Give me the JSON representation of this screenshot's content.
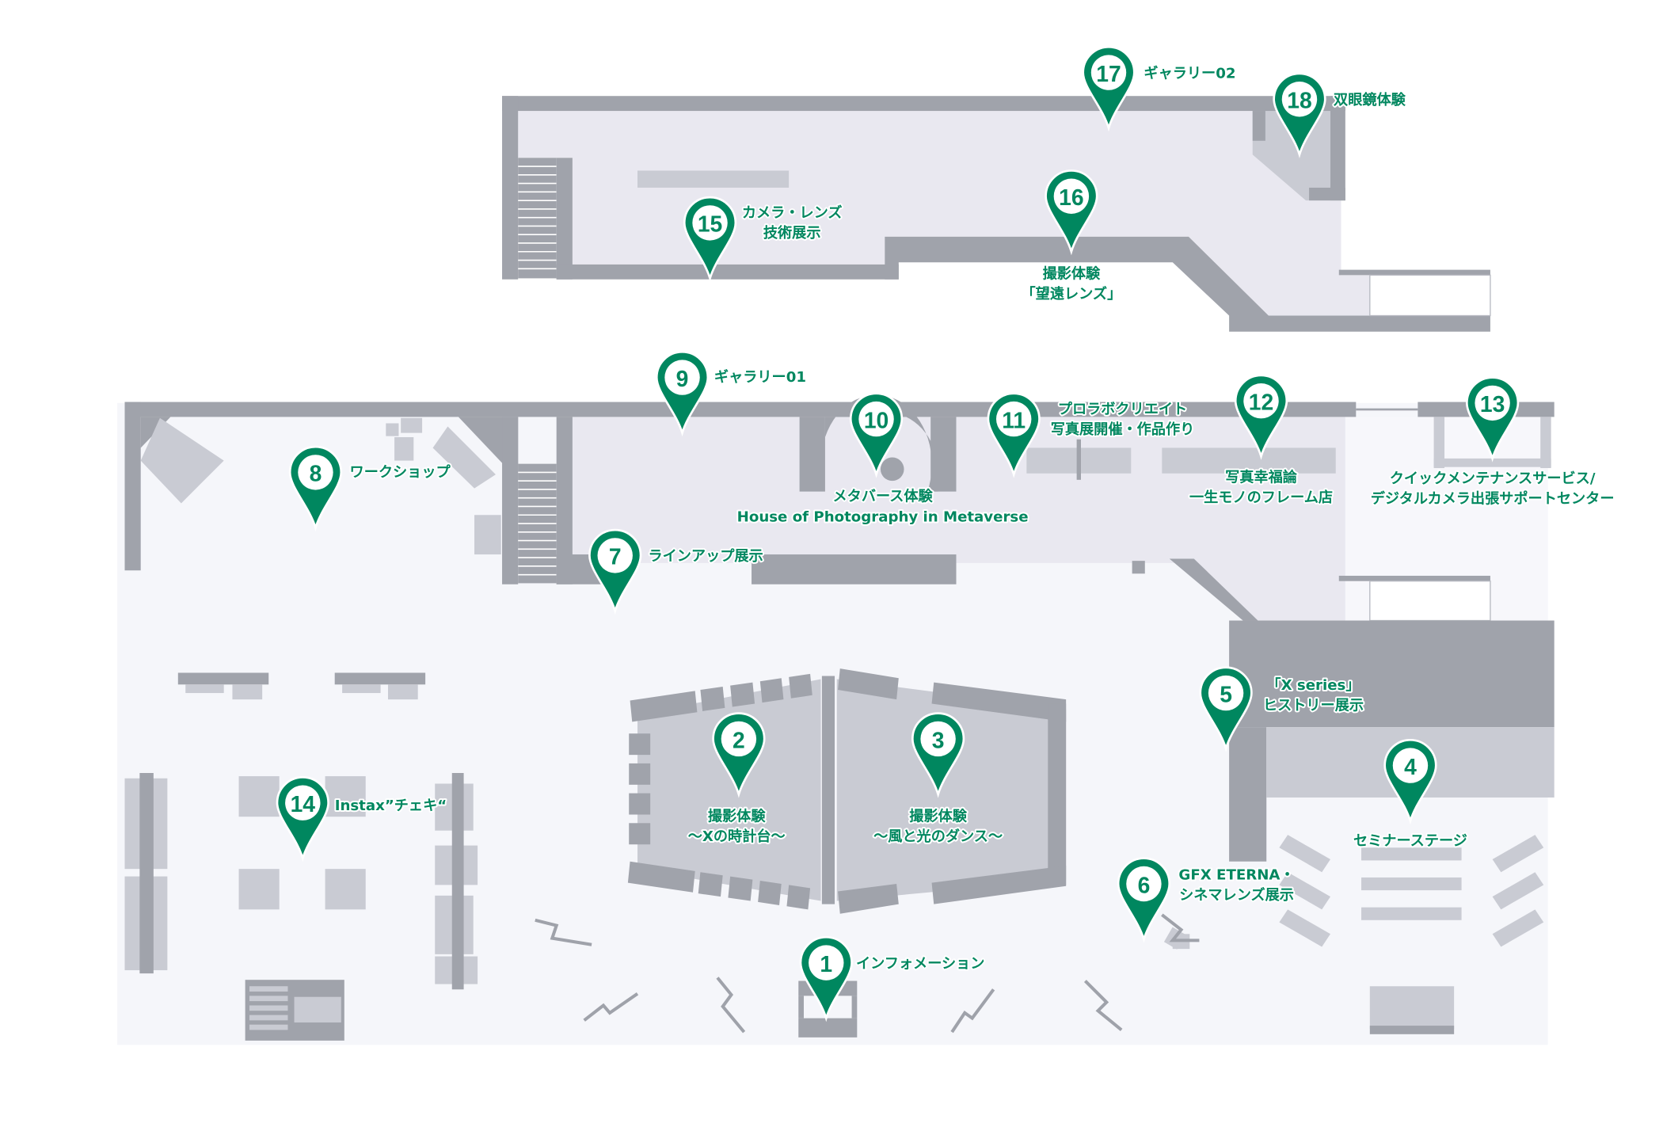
{
  "map": {
    "accent_color": "#00875f",
    "wall_color": "#a0a3ab",
    "pins": [
      {
        "number": "1",
        "label": [
          "インフォメーション"
        ]
      },
      {
        "number": "2",
        "label": [
          "撮影体験",
          "～Xの時計台～"
        ]
      },
      {
        "number": "3",
        "label": [
          "撮影体験",
          "～風と光のダンス～"
        ]
      },
      {
        "number": "4",
        "label": [
          "セミナーステージ"
        ]
      },
      {
        "number": "5",
        "label": [
          "「X series」",
          "ヒストリー展示"
        ]
      },
      {
        "number": "6",
        "label": [
          "GFX ETERNA・",
          "シネマレンズ展示"
        ]
      },
      {
        "number": "7",
        "label": [
          "ラインアップ展示"
        ]
      },
      {
        "number": "8",
        "label": [
          "ワークショップ"
        ]
      },
      {
        "number": "9",
        "label": [
          "ギャラリー01"
        ]
      },
      {
        "number": "10",
        "label": [
          "メタバース体験",
          "House of Photography in Metaverse"
        ]
      },
      {
        "number": "11",
        "label": [
          "プロラボクリエイト",
          "写真展開催・作品作り"
        ]
      },
      {
        "number": "12",
        "label": [
          "写真幸福論",
          "一生モノのフレーム店"
        ]
      },
      {
        "number": "13",
        "label": [
          "クイックメンテナンスサービス/",
          "デジタルカメラ出張サポートセンター"
        ]
      },
      {
        "number": "14",
        "label": [
          "Instax”チェキ“"
        ]
      },
      {
        "number": "15",
        "label": [
          "カメラ・レンズ",
          "技術展示"
        ]
      },
      {
        "number": "16",
        "label": [
          "撮影体験",
          "「望遠レンズ」"
        ]
      },
      {
        "number": "17",
        "label": [
          "ギャラリー02"
        ]
      },
      {
        "number": "18",
        "label": [
          "双眼鏡体験"
        ]
      }
    ]
  }
}
